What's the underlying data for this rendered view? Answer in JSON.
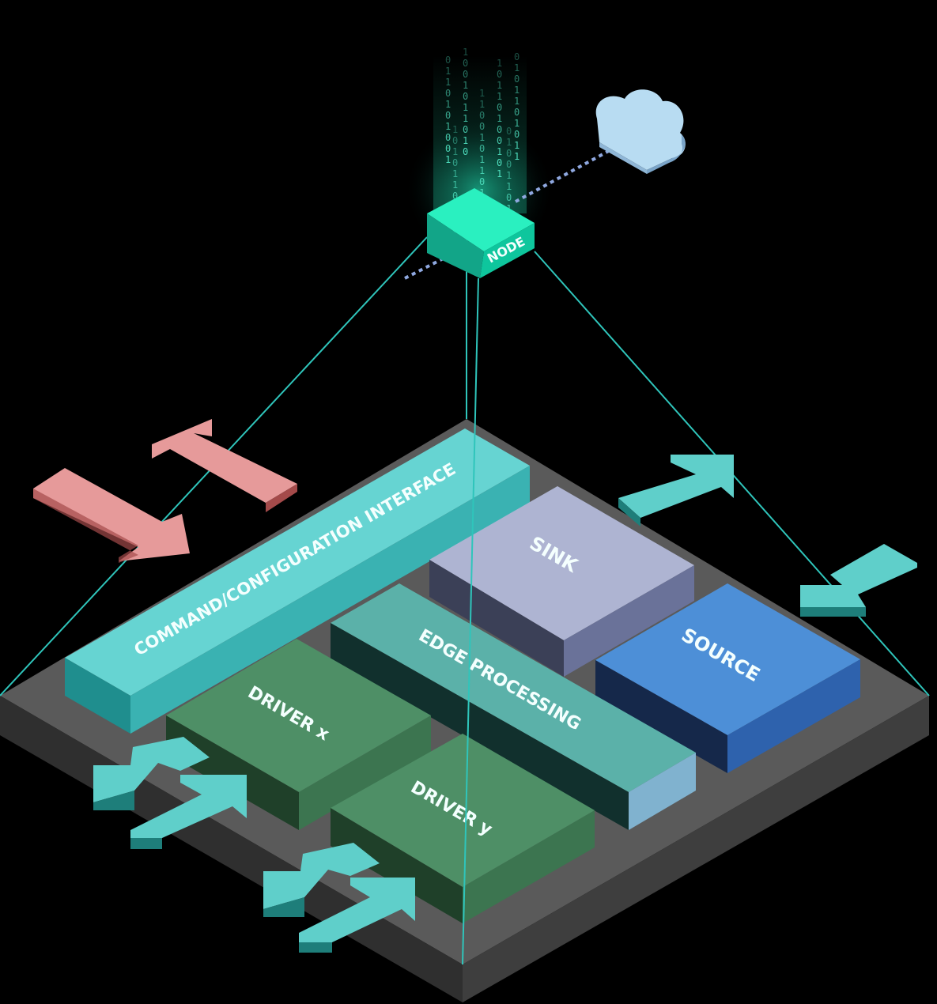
{
  "node": {
    "label": "NODE"
  },
  "blocks": {
    "command": "COMMAND/CONFIGURATION INTERFACE",
    "sink": "SINK",
    "source": "SOURCE",
    "edge": "EDGE PROCESSING",
    "driver_x": "DRIVER x",
    "driver_y": "DRIVER y"
  },
  "binary_columns": [
    "0110101001",
    "1001011010",
    "1100101101",
    "10110100101",
    "0101101011",
    "10101100101",
    "01001101011"
  ],
  "colors": {
    "node": "#1fd2a8",
    "command": "#5ecfcc",
    "sink": "#aeb4d2",
    "source": "#4d8fd7",
    "edge": "#5bb1a9",
    "driver": "#4e8f66",
    "arrow_teal": "#5fcfca",
    "arrow_red": "#e69a9a",
    "cloud": "#b8dcf2",
    "base": "#555555"
  }
}
